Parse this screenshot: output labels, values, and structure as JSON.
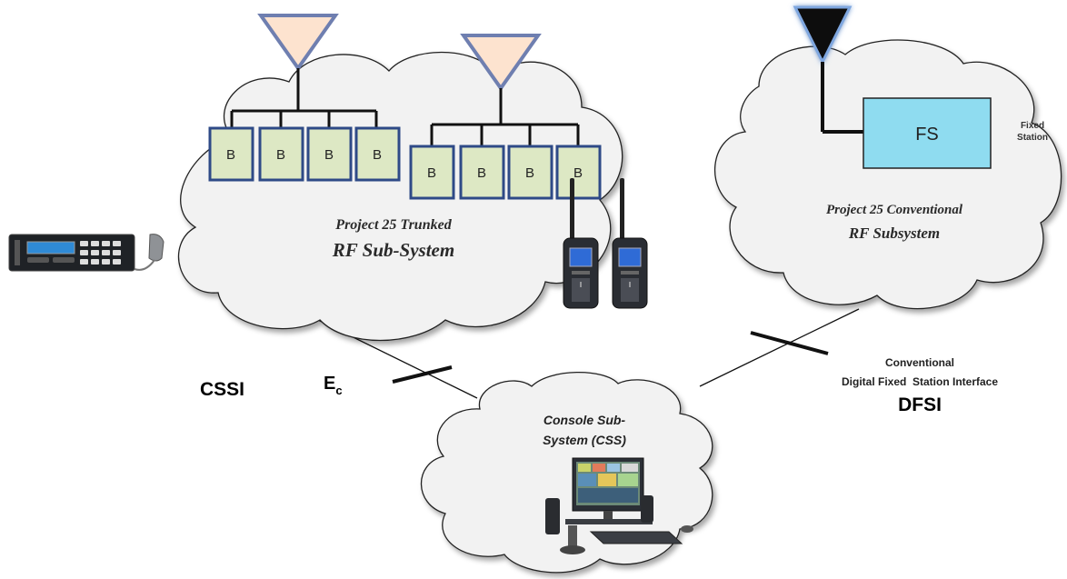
{
  "trunked": {
    "title_line1": "Project 25 Trunked",
    "title_line2": "RF Sub-System",
    "base_label": "B"
  },
  "conventional": {
    "title_line1": "Project 25 Conventional",
    "title_line2": "RF Subsystem",
    "fs_label": "FS",
    "fixed_line1": "Fixed",
    "fixed_line2": "Station"
  },
  "console": {
    "title_line1": "Console Sub-",
    "title_line2": "System (CSS)"
  },
  "interfaces": {
    "cssi": "CSSI",
    "ec_main": "E",
    "ec_sub": "c",
    "dfsi_line1": "Conventional",
    "dfsi_line2": "Digital Fixed  Station Interface",
    "dfsi_abbr": "DFSI"
  },
  "colors": {
    "antenna_fill": "#fde3cf",
    "antenna_stroke": "#6f7fb0",
    "base_fill": "#dde8c4",
    "base_stroke": "#2e4a87",
    "fs_fill": "#8fdcf0",
    "conv_antenna": "#111111"
  }
}
